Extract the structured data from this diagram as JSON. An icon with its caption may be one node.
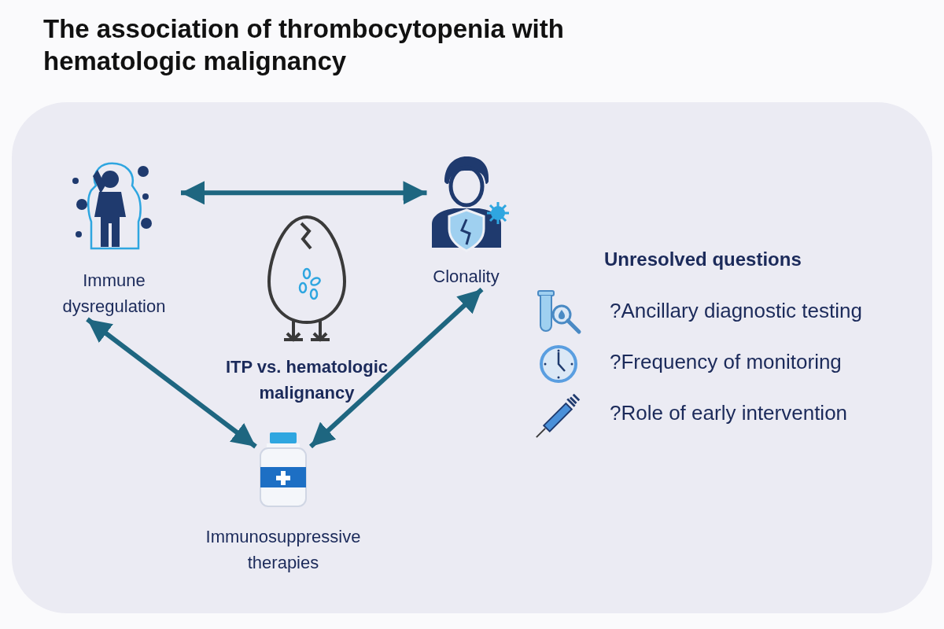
{
  "diagram": {
    "title": "The association of thrombocytopenia with hematologic malignancy",
    "nodes": [
      {
        "text": [],
        "shape": "box"
      },
      {
        "text": [
          "Immune dysregulation"
        ],
        "in": 0
      },
      {
        "text": [
          "Clonality"
        ],
        "in": 0
      },
      {
        "text": [
          "Immunosuppressive therapies"
        ],
        "in": 0
      },
      {
        "text": [
          "ITP vs. hematologic malignancy"
        ],
        "in": 0
      }
    ],
    "edges": [
      {
        "from": 1,
        "to": 2,
        "arrow": "both"
      },
      {
        "from": 1,
        "to": 3,
        "arrow": "both"
      },
      {
        "from": 2,
        "to": 3,
        "arrow": "both"
      }
    ],
    "labels": [
      "Unresolved questions",
      "?Ancillary diagnostic testing",
      "?Frequency of monitoring",
      "?Role of early intervention"
    ]
  }
}
